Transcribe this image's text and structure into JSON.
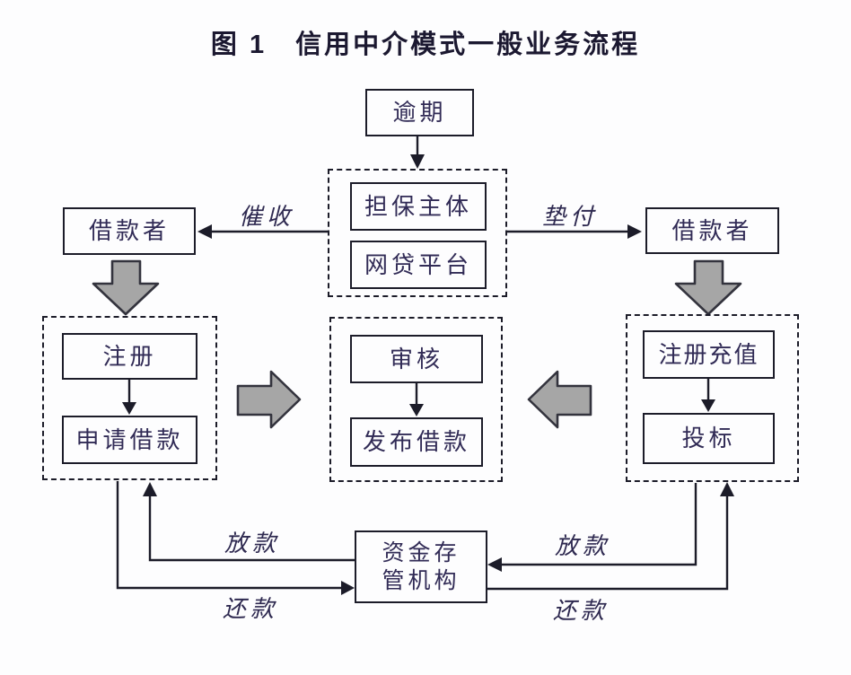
{
  "title": "图 1　信用中介模式一般业务流程",
  "nodes": {
    "overdue": "逾期",
    "guarantor": "担保主体",
    "platform": "网贷平台",
    "borrower_left": "借款者",
    "borrower_right": "借款者",
    "register": "注册",
    "apply_loan": "申请借款",
    "review": "审核",
    "publish_loan": "发布借款",
    "register_recharge": "注册充值",
    "bid": "投标",
    "custodian_line1": "资金存",
    "custodian_line2": "管机构"
  },
  "edge_labels": {
    "collect": "催收",
    "advance": "垫付",
    "disburse_left": "放款",
    "repay_left": "还款",
    "disburse_right": "放款",
    "repay_right": "还款"
  },
  "colors": {
    "background": "#fdfdfe",
    "line_ink": "#1c1c29",
    "text_ink": "#312b56",
    "block_arrow_fill": "#a6a6a6"
  }
}
